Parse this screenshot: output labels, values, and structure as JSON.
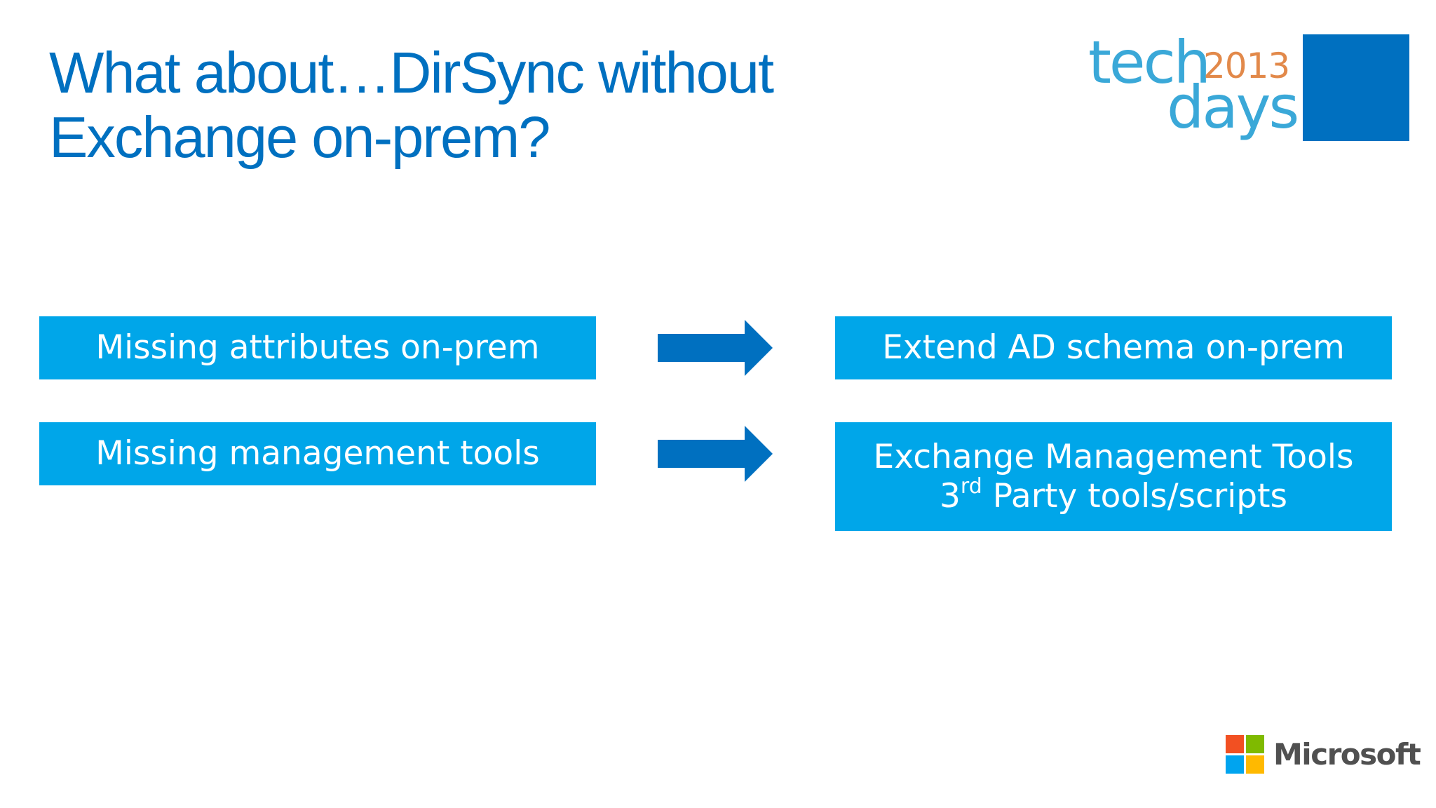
{
  "slide": {
    "title_line1": "What about…DirSync without",
    "title_line2": "Exchange on-prem?"
  },
  "logo": {
    "word1": "tech",
    "word2": "days",
    "year": "2013"
  },
  "rows": [
    {
      "problem": "Missing attributes on-prem",
      "solution_lines": [
        "Extend AD schema on-prem"
      ]
    },
    {
      "problem": "Missing management tools",
      "solution_lines": [
        "Exchange Management Tools"
      ],
      "solution_line2_prefix": "3",
      "solution_line2_sup": "rd",
      "solution_line2_rest": " Party tools/scripts"
    }
  ],
  "footer": {
    "brand": "Microsoft"
  },
  "colors": {
    "title": "#0070c0",
    "box": "#00a6e9",
    "arrow": "#0070c0",
    "logo_text": "#3aa8d8",
    "logo_year": "#e2894a"
  }
}
